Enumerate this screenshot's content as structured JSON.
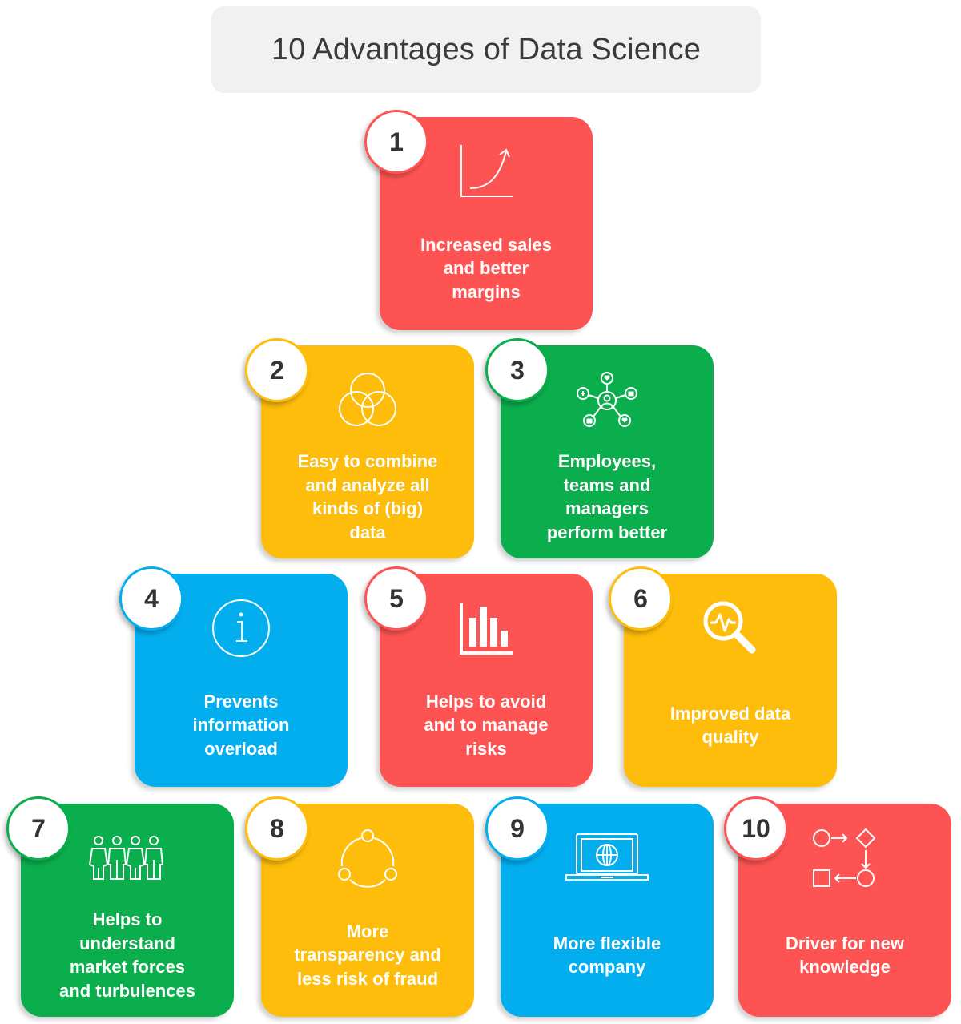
{
  "title": "10 Advantages of Data Science",
  "colors": {
    "red": "#fe5353",
    "yellow": "#fdbd0a",
    "green": "#0bae4d",
    "blue": "#03aeef",
    "title_bg": "#f1f1f1",
    "title_text": "#3a3a3a",
    "badge_text": "#333333"
  },
  "advantages": [
    {
      "number": "1",
      "label": "Increased sales\nand better\nmargins",
      "color": "red",
      "icon": "growth-curve-icon"
    },
    {
      "number": "2",
      "label": "Easy to combine\nand analyze all\nkinds of (big)\ndata",
      "color": "yellow",
      "icon": "venn-diagram-icon"
    },
    {
      "number": "3",
      "label": "Employees,\nteams and\nmanagers\nperform better",
      "color": "green",
      "icon": "social-network-icon"
    },
    {
      "number": "4",
      "label": "Prevents\ninformation\noverload",
      "color": "blue",
      "icon": "info-icon"
    },
    {
      "number": "5",
      "label": "Helps to avoid\nand to manage\nrisks",
      "color": "red",
      "icon": "bar-chart-icon"
    },
    {
      "number": "6",
      "label": "Improved data\nquality",
      "color": "yellow",
      "icon": "magnifier-pulse-icon"
    },
    {
      "number": "7",
      "label": "Helps to\nunderstand\nmarket forces\nand turbulences",
      "color": "green",
      "icon": "people-group-icon"
    },
    {
      "number": "8",
      "label": "More\ntransparency and\nless risk of fraud",
      "color": "yellow",
      "icon": "share-cycle-icon"
    },
    {
      "number": "9",
      "label": "More flexible\ncompany",
      "color": "blue",
      "icon": "laptop-globe-icon"
    },
    {
      "number": "10",
      "label": "Driver for new\nknowledge",
      "color": "red",
      "icon": "process-flow-icon"
    }
  ]
}
